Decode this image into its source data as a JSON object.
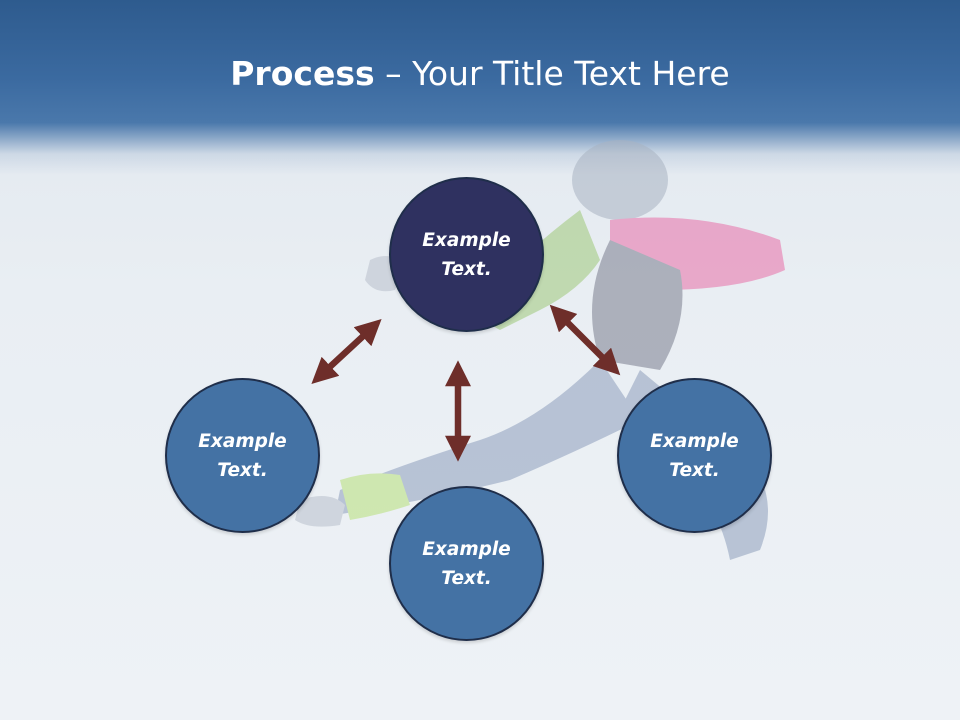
{
  "header": {
    "title_strong": "Process",
    "title_rest": " – Your Title Text Here"
  },
  "diagram": {
    "center_text": "Example\nText.",
    "left_text": "Example\nText.",
    "bottom_text": "Example\nText.",
    "right_text": "Example\nText."
  },
  "colors": {
    "header_blue": "#3b6aa0",
    "center_node": "#2f3160",
    "side_node": "#4472a4",
    "arrow": "#6e2e2a"
  }
}
